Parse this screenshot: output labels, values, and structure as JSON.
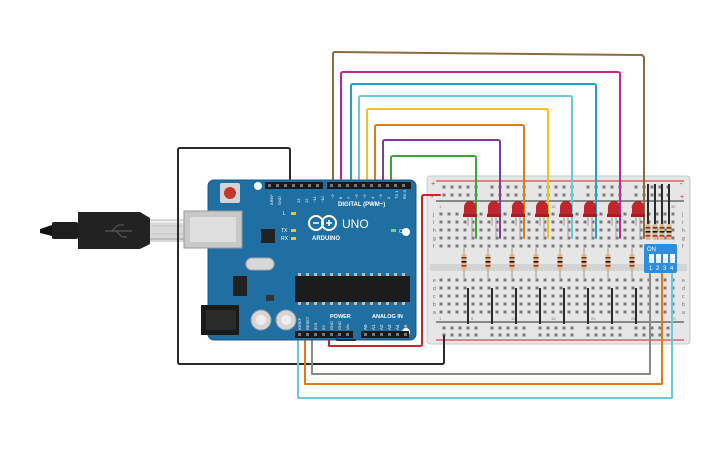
{
  "arduino": {
    "brand": "ARDUINO",
    "model": "UNO",
    "digital_label": "DIGITAL (PWM~)",
    "power_label": "POWER",
    "analog_label": "ANALOG IN",
    "on_label": "ON",
    "l_label": "L",
    "tx_label": "TX",
    "rx_label": "RX",
    "aref_label": "AREF",
    "gnd_label": "GND",
    "digital_pins": [
      "13",
      "12",
      "~11",
      "~10",
      "~9",
      "8",
      "7",
      "~6",
      "~5",
      "4",
      "~3",
      "2",
      "TX 1",
      "RX 0"
    ],
    "power_pins": [
      "IOREF",
      "RESET",
      "3V3",
      "5V",
      "GND",
      "GND",
      "Vin"
    ],
    "analog_pins": [
      "A0",
      "A1",
      "A2",
      "A3",
      "A4",
      "A5"
    ]
  },
  "dip_switch": {
    "on_label": "ON",
    "numbers": [
      "1",
      "2",
      "3",
      "4"
    ]
  },
  "breadboard": {
    "row_letters_top": [
      "j",
      "i",
      "h",
      "g",
      "f"
    ],
    "row_letters_bottom": [
      "e",
      "d",
      "c",
      "b",
      "a"
    ],
    "col_numbers": [
      "1",
      "5",
      "10",
      "15",
      "20",
      "25",
      "30"
    ],
    "plus": "+",
    "minus": "-"
  },
  "wire_colors": {
    "brown": "#8B6B3D",
    "magenta": "#C0269A",
    "teal": "#1CA3C8",
    "lightblue": "#6DC7DA",
    "yellow": "#F0C419",
    "orange": "#E07B12",
    "purple": "#7C3A9B",
    "green": "#3BA33B",
    "black": "#2a2a2a",
    "red": "#D0202B",
    "gray": "#8a8a8a"
  }
}
